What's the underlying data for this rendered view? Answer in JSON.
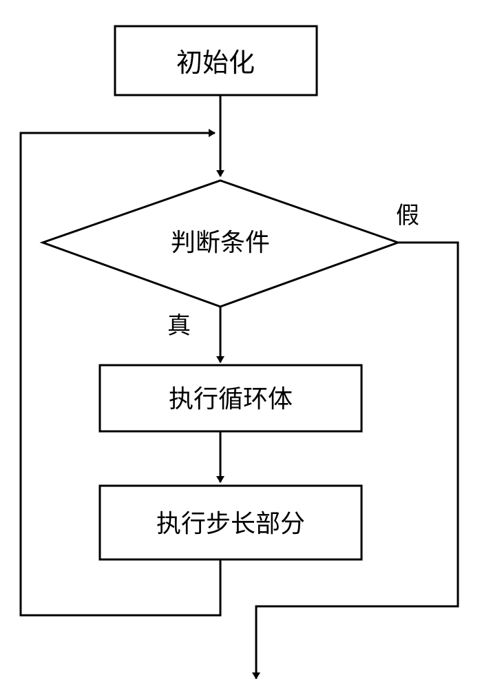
{
  "colors": {
    "stroke": "#000000",
    "background": "#ffffff",
    "text": "#000000"
  },
  "nodes": {
    "init": "初始化",
    "condition": "判断条件",
    "loop_body": "执行循环体",
    "step": "执行步长部分"
  },
  "edges": {
    "true_label": "真",
    "false_label": "假"
  }
}
